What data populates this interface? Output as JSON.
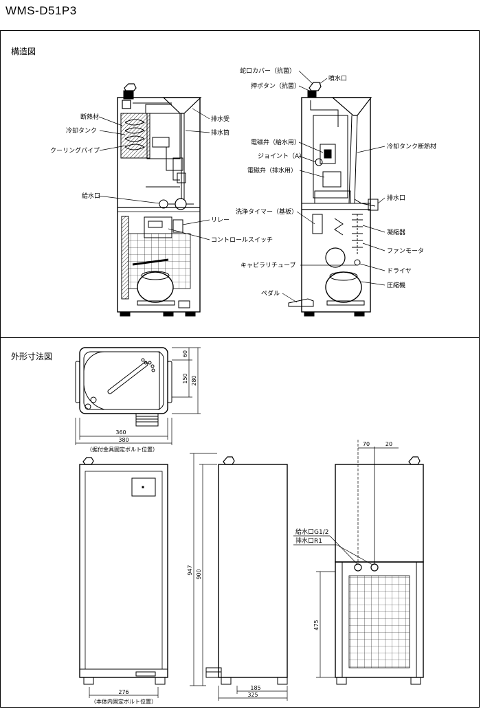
{
  "model_name": "WMS-D51P3",
  "sections": {
    "structure": "構造図",
    "dimensions": "外形寸法図"
  },
  "structure_left_labels": {
    "insulation": "断熱材",
    "cooling_tank": "冷却タンク",
    "cooling_pipe": "クーリングパイプ",
    "water_inlet": "給水口",
    "drain_receiver": "排水受",
    "drain_tube": "排水筒",
    "relay": "リレー",
    "control_switch": "コントロールスイッチ"
  },
  "structure_right_labels": {
    "faucet_cover": "蛇口カバー（抗菌）",
    "spout": "噴水口",
    "push_button": "押ボタン（抗菌）",
    "solenoid_supply": "電磁弁（給水用）",
    "joint_a": "ジョイント（A）",
    "tank_insulation": "冷却タンク断熱材",
    "solenoid_drain": "電磁弁（排水用）",
    "drain_outlet": "排水口",
    "cleaning_timer": "洗浄タイマー（基板）",
    "condenser": "凝縮器",
    "fan_motor": "ファンモータ",
    "capillary_tube": "キャピラリチューブ",
    "dryer": "ドライヤ",
    "pedal": "ペダル",
    "compressor": "圧縮機"
  },
  "dimensions": {
    "dim_360": "360",
    "dim_380": "380",
    "dim_60": "60",
    "dim_150": "150",
    "dim_280": "280",
    "bracket_bolt_note": "（据付金具固定ボルト位置）",
    "dim_276": "276",
    "body_bolt_note": "（本体内固定ボルト位置）",
    "dim_947": "947",
    "dim_900": "900",
    "dim_185": "185",
    "dim_325": "325",
    "dim_70": "70",
    "dim_20": "20",
    "inlet_spec": "給水口G1/2",
    "outlet_spec": "排水口R1",
    "dim_475": "475"
  }
}
